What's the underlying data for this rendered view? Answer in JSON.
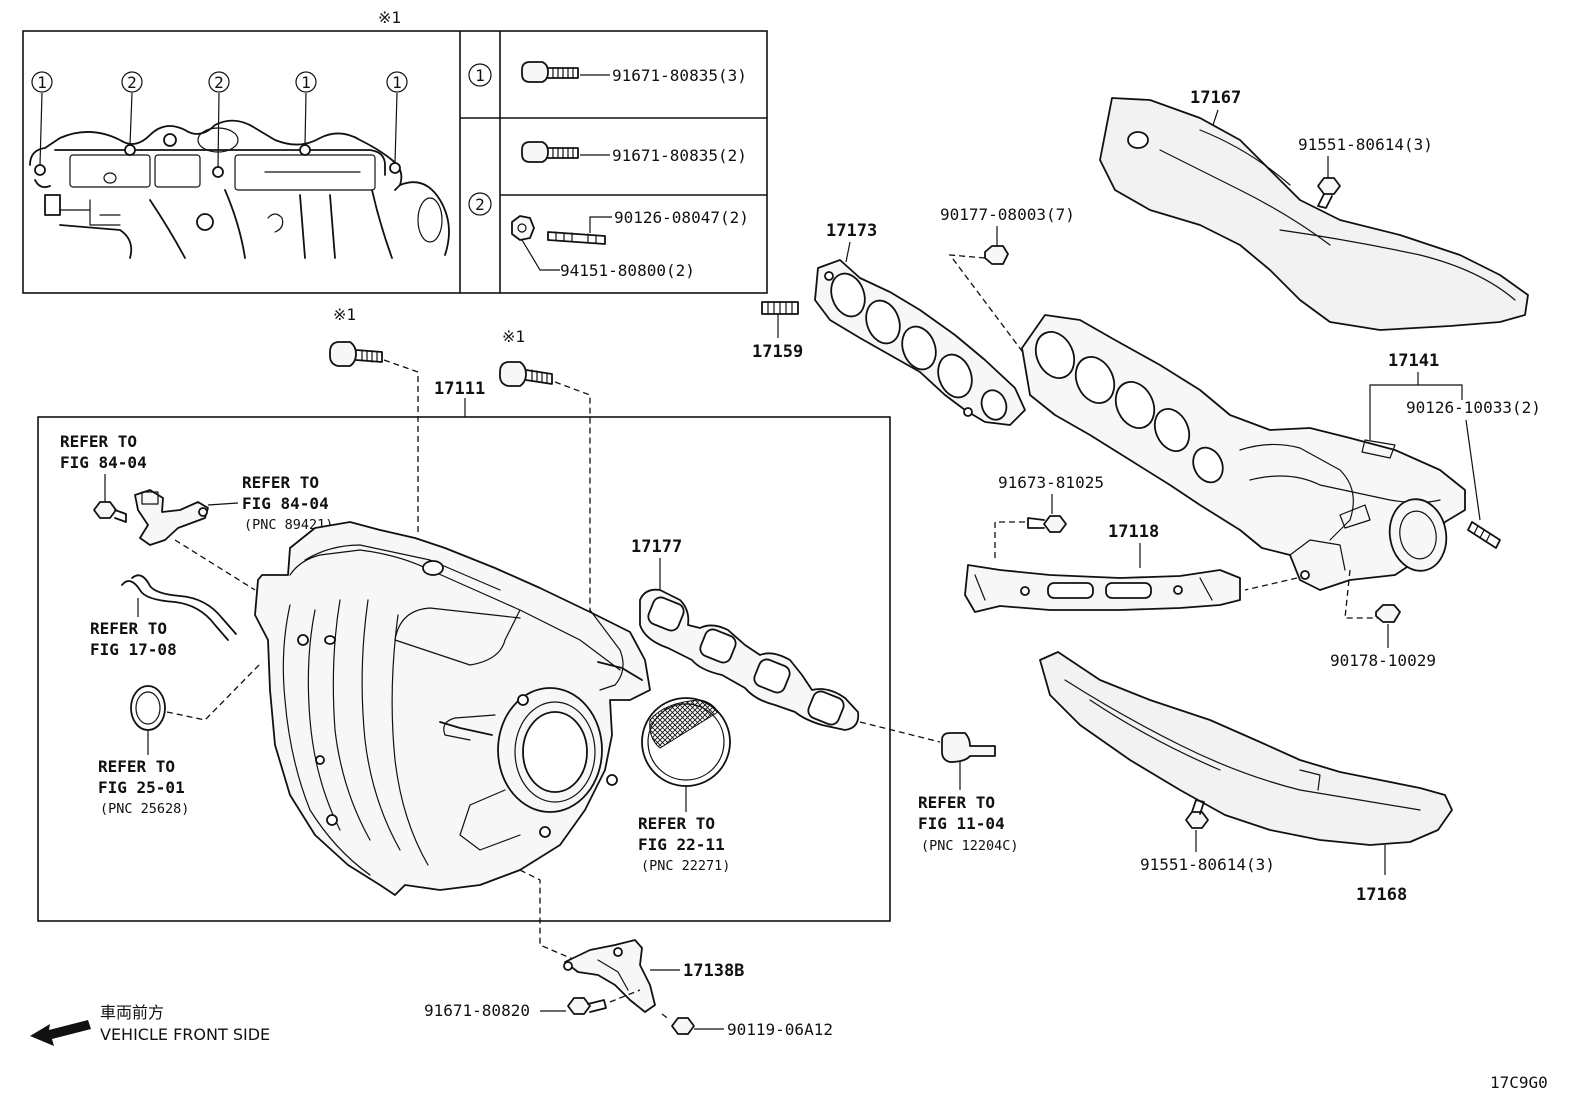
{
  "diagram": {
    "figure_code": "17C9G0",
    "note_mark": "※1",
    "callout_legend": {
      "group_1": {
        "label": "1",
        "parts": [
          "91671-80835(3)"
        ]
      },
      "group_2": {
        "label": "2",
        "parts": [
          "91671-80835(2)",
          "90126-08047(2)",
          "94151-80800(2)"
        ]
      }
    },
    "main_assembly": "17111",
    "parts": {
      "heat_insulator_upper": "17167",
      "heat_insulator_upper_bolt": "91551-80614(3)",
      "nut_manifold": "90177-08003(7)",
      "exhaust_gasket": "17173",
      "stud_bolt": "17159",
      "exhaust_manifold": "17141",
      "exhaust_stud": "90126-10033(2)",
      "stay_bolt": "91673-81025",
      "manifold_stay": "17118",
      "stay_nut": "90178-10029",
      "intake_gasket": "17177",
      "heat_insulator_lower": "17168",
      "heat_insulator_lower_bolt": "91551-80614(3)",
      "intake_bracket": "17138B",
      "bracket_bolt_a": "91671-80820",
      "bracket_bolt_b": "90119-06A12"
    },
    "refer_to": {
      "fig_84_04_a": {
        "line1": "REFER TO",
        "line2": "FIG 84-04"
      },
      "fig_84_04_b": {
        "line1": "REFER TO",
        "line2": "FIG 84-04",
        "pnc": "(PNC 89421)"
      },
      "fig_17_08": {
        "line1": "REFER TO",
        "line2": "FIG 17-08"
      },
      "fig_25_01": {
        "line1": "REFER TO",
        "line2": "FIG 25-01",
        "pnc": "(PNC 25628)"
      },
      "fig_22_11": {
        "line1": "REFER TO",
        "line2": "FIG 22-11",
        "pnc": "(PNC 22271)"
      },
      "fig_11_04": {
        "line1": "REFER TO",
        "line2": "FIG 11-04",
        "pnc": "(PNC 12204C)"
      }
    },
    "direction": {
      "japanese": "車両前方",
      "english": "VEHICLE FRONT SIDE"
    },
    "markers": {
      "one": "1",
      "two": "2"
    }
  }
}
